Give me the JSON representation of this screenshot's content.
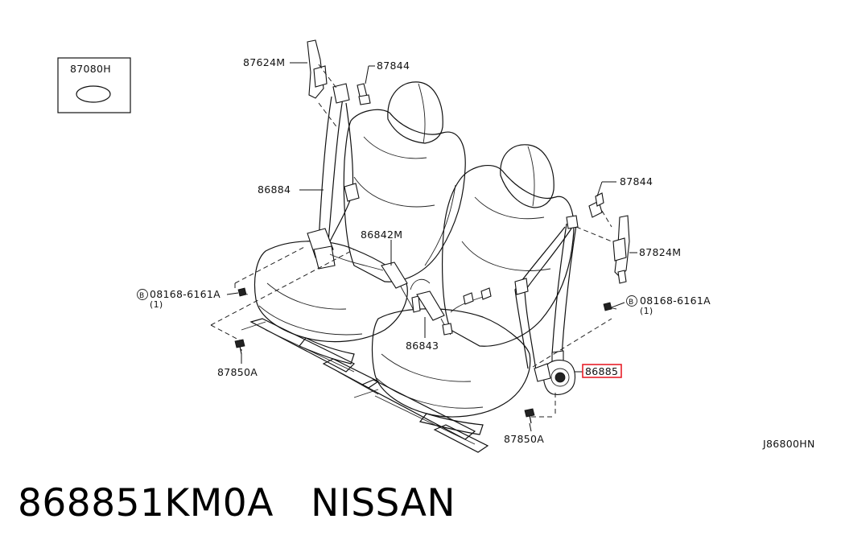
{
  "labels": {
    "inset_part": "87080H",
    "retractor_upper_left": "87624M",
    "anchor_cover_left": "87844",
    "belt_left": "86884",
    "buckle_left": "86842M",
    "bolt_left": "08168-6161A",
    "bolt_left_qty": "(1)",
    "bolt_circle_letter": "B",
    "bolt_lower_left": "87850A",
    "buckle_right": "86843",
    "anchor_cover_right": "87844",
    "retractor_upper_right": "87824M",
    "bolt_right": "08168-6161A",
    "bolt_right_qty": "(1)",
    "retractor_highlighted": "86885",
    "bolt_lower_right": "87850A",
    "diagram_code": "J86800HN"
  },
  "highlight_color": "#e8202a",
  "footer": {
    "part_number": "868851KM0A",
    "brand": "NISSAN"
  }
}
